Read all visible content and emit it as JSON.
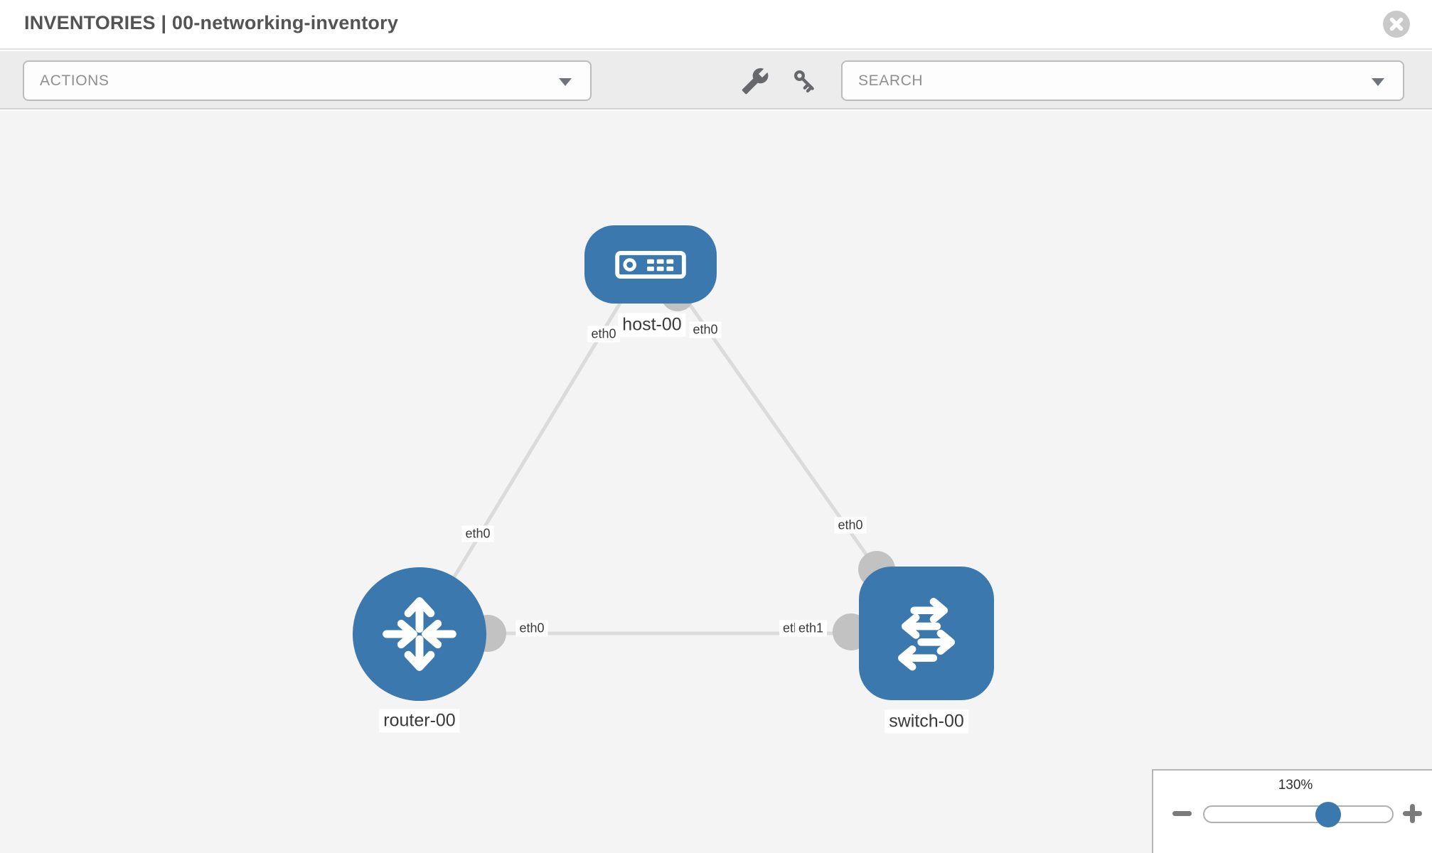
{
  "header": {
    "title": "INVENTORIES | 00-networking-inventory"
  },
  "toolbar": {
    "actions_label": "ACTIONS",
    "search_placeholder": "SEARCH",
    "tool_icons": [
      "wrench",
      "key"
    ]
  },
  "canvas": {
    "nodes": [
      {
        "label": "host-00",
        "type": "host"
      },
      {
        "label": "router-00",
        "type": "router"
      },
      {
        "label": "switch-00",
        "type": "switch"
      }
    ],
    "links": [
      {
        "from": "host-00",
        "to": "router-00",
        "labels": [
          "eth0",
          "eth0"
        ]
      },
      {
        "from": "host-00",
        "to": "switch-00",
        "labels": [
          "eth0",
          "eth0"
        ]
      },
      {
        "from": "router-00",
        "to": "switch-00",
        "labels": [
          "eth0",
          "eth1"
        ]
      }
    ],
    "partially_hidden_label": "eth0"
  },
  "zoom_control": {
    "value": "130%"
  },
  "colors": {
    "node_blue": "#3b78ae",
    "link_gray": "#dbdbdb",
    "interface_gray": "#c2c2c2",
    "canvas_bg": "#f4f4f4",
    "toolbar_bg": "#ececec"
  }
}
